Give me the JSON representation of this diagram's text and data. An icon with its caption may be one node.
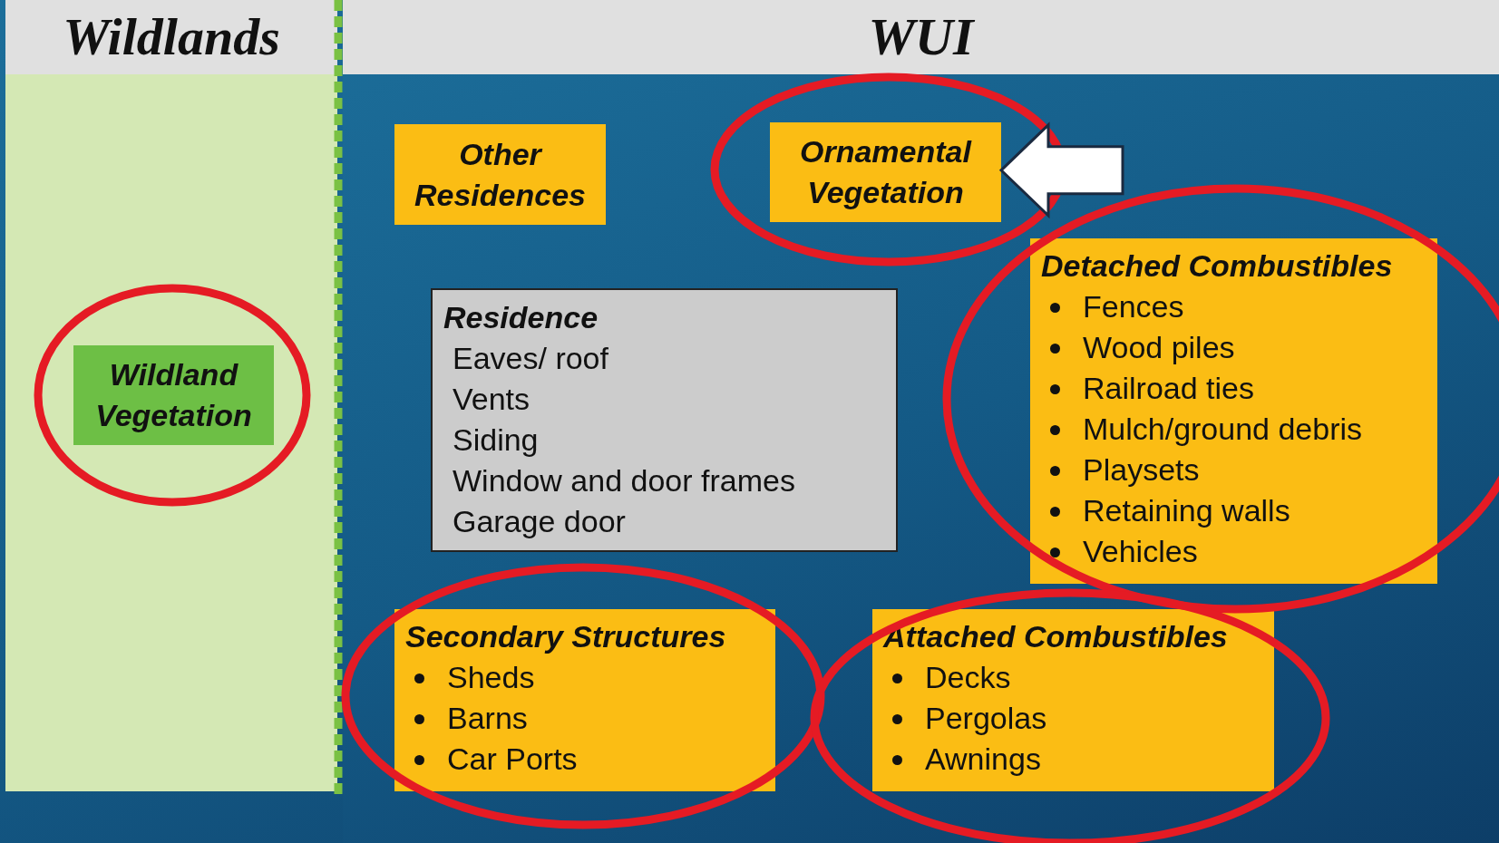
{
  "diagram": {
    "nodes": [
      {
        "text": [
          "Wildlands"
        ]
      },
      {
        "text": [
          "WUI"
        ]
      },
      {
        "text": [
          "Wildland Vegetation"
        ],
        "in": 0
      },
      {
        "text": [
          "Other Residences"
        ],
        "in": 1
      },
      {
        "text": [
          "Ornamental Vegetation"
        ],
        "in": 1
      },
      {
        "text": [
          "Residence",
          "Eaves/ roof",
          "Vents",
          "Siding",
          "Window and door frames",
          "Garage door"
        ],
        "in": 1
      },
      {
        "text": [
          "Detached Combustibles",
          "Fences",
          "Wood piles",
          "Railroad ties",
          "Mulch/ground debris",
          "Playsets",
          "Retaining walls",
          "Vehicles"
        ],
        "in": 1
      },
      {
        "text": [
          "Secondary Structures",
          "Sheds",
          "Barns",
          "Car Ports"
        ],
        "in": 1
      },
      {
        "text": [
          "Attached Combustibles",
          "Decks",
          "Pergolas",
          "Awnings"
        ],
        "in": 1
      }
    ],
    "edges": [
      {
        "from": null,
        "to": 4,
        "arrow": "to"
      }
    ]
  }
}
